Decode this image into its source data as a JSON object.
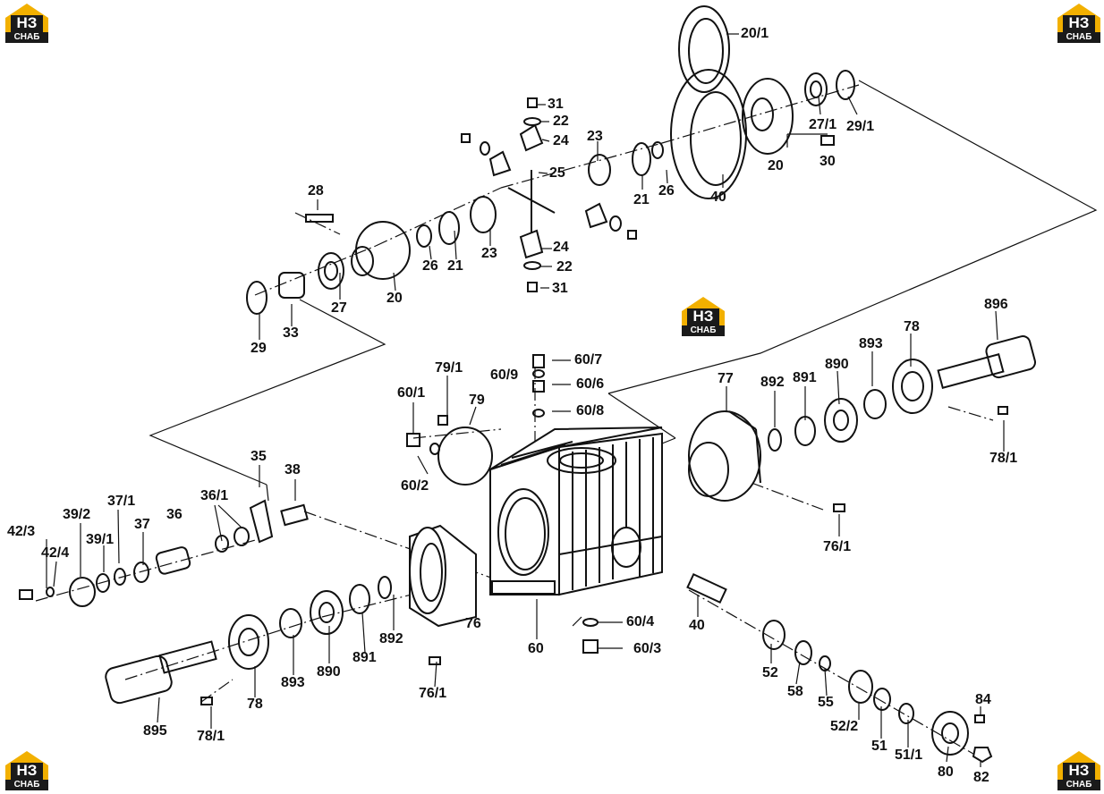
{
  "brand": {
    "mark": "НЗ",
    "word": "СНАБ"
  },
  "labels": [
    {
      "id": "20-1",
      "text": "20/1"
    },
    {
      "id": "31-top",
      "text": "31"
    },
    {
      "id": "22-top",
      "text": "22"
    },
    {
      "id": "24-top",
      "text": "24"
    },
    {
      "id": "23-top",
      "text": "23"
    },
    {
      "id": "25",
      "text": "25"
    },
    {
      "id": "27-1",
      "text": "27/1"
    },
    {
      "id": "29-1",
      "text": "29/1"
    },
    {
      "id": "20-right",
      "text": "20"
    },
    {
      "id": "30",
      "text": "30"
    },
    {
      "id": "21-right",
      "text": "21"
    },
    {
      "id": "26-right",
      "text": "26"
    },
    {
      "id": "40-top",
      "text": "40"
    },
    {
      "id": "28",
      "text": "28"
    },
    {
      "id": "26-left",
      "text": "26"
    },
    {
      "id": "21-left",
      "text": "21"
    },
    {
      "id": "23-low",
      "text": "23"
    },
    {
      "id": "24-low",
      "text": "24"
    },
    {
      "id": "22-low",
      "text": "22"
    },
    {
      "id": "31-low",
      "text": "31"
    },
    {
      "id": "20-left",
      "text": "20"
    },
    {
      "id": "27",
      "text": "27"
    },
    {
      "id": "29",
      "text": "29"
    },
    {
      "id": "33",
      "text": "33"
    },
    {
      "id": "896",
      "text": "896"
    },
    {
      "id": "78-top",
      "text": "78"
    },
    {
      "id": "893-top",
      "text": "893"
    },
    {
      "id": "890-top",
      "text": "890"
    },
    {
      "id": "891-top",
      "text": "891"
    },
    {
      "id": "892-top",
      "text": "892"
    },
    {
      "id": "77",
      "text": "77"
    },
    {
      "id": "78-1-top",
      "text": "78/1"
    },
    {
      "id": "60-7",
      "text": "60/7"
    },
    {
      "id": "60-9",
      "text": "60/9"
    },
    {
      "id": "60-6",
      "text": "60/6"
    },
    {
      "id": "60-8",
      "text": "60/8"
    },
    {
      "id": "79-1",
      "text": "79/1"
    },
    {
      "id": "79",
      "text": "79"
    },
    {
      "id": "60-1",
      "text": "60/1"
    },
    {
      "id": "60-2",
      "text": "60/2"
    },
    {
      "id": "35",
      "text": "35"
    },
    {
      "id": "38",
      "text": "38"
    },
    {
      "id": "36-1",
      "text": "36/1"
    },
    {
      "id": "37-1",
      "text": "37/1"
    },
    {
      "id": "39-2",
      "text": "39/2"
    },
    {
      "id": "42-3",
      "text": "42/3"
    },
    {
      "id": "37",
      "text": "37"
    },
    {
      "id": "36",
      "text": "36"
    },
    {
      "id": "39-1",
      "text": "39/1"
    },
    {
      "id": "42-4",
      "text": "42/4"
    },
    {
      "id": "76-1-right",
      "text": "76/1"
    },
    {
      "id": "892-low",
      "text": "892"
    },
    {
      "id": "76",
      "text": "76"
    },
    {
      "id": "60",
      "text": "60"
    },
    {
      "id": "60-4",
      "text": "60/4"
    },
    {
      "id": "60-3",
      "text": "60/3"
    },
    {
      "id": "40-low",
      "text": "40"
    },
    {
      "id": "891-low",
      "text": "891"
    },
    {
      "id": "890-low",
      "text": "890"
    },
    {
      "id": "893-low",
      "text": "893"
    },
    {
      "id": "76-1-low",
      "text": "76/1"
    },
    {
      "id": "78-low",
      "text": "78"
    },
    {
      "id": "895",
      "text": "895"
    },
    {
      "id": "78-1-low",
      "text": "78/1"
    },
    {
      "id": "52",
      "text": "52"
    },
    {
      "id": "58",
      "text": "58"
    },
    {
      "id": "55",
      "text": "55"
    },
    {
      "id": "52-2",
      "text": "52/2"
    },
    {
      "id": "51",
      "text": "51"
    },
    {
      "id": "51-1",
      "text": "51/1"
    },
    {
      "id": "80",
      "text": "80"
    },
    {
      "id": "84",
      "text": "84"
    },
    {
      "id": "82",
      "text": "82"
    }
  ]
}
